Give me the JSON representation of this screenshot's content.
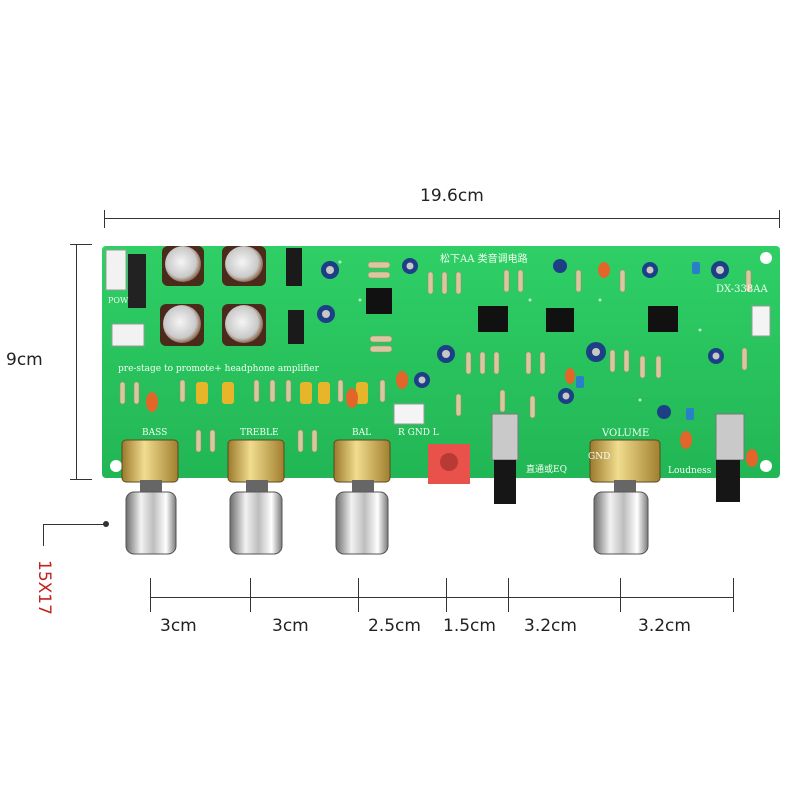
{
  "dimensions": {
    "width_label": "19.6cm",
    "height_label": "9cm",
    "side_code": "15X17",
    "bottom_segments": [
      "3cm",
      "3cm",
      "2.5cm",
      "1.5cm",
      "3.2cm",
      "3.2cm"
    ]
  },
  "board": {
    "model": "DX-338AA",
    "subtitle": "pre-stage to promote+ headphone amplifier",
    "chinese_title": "松下AA 类音调电路",
    "knobs": [
      "BASS",
      "TREBLE",
      "BAL",
      "VOLUME"
    ],
    "labels": {
      "loudness": "Loudness",
      "gnd": "GND",
      "rgndl": "R GND L",
      "eq": "直通或EQ",
      "power": "POW"
    }
  }
}
